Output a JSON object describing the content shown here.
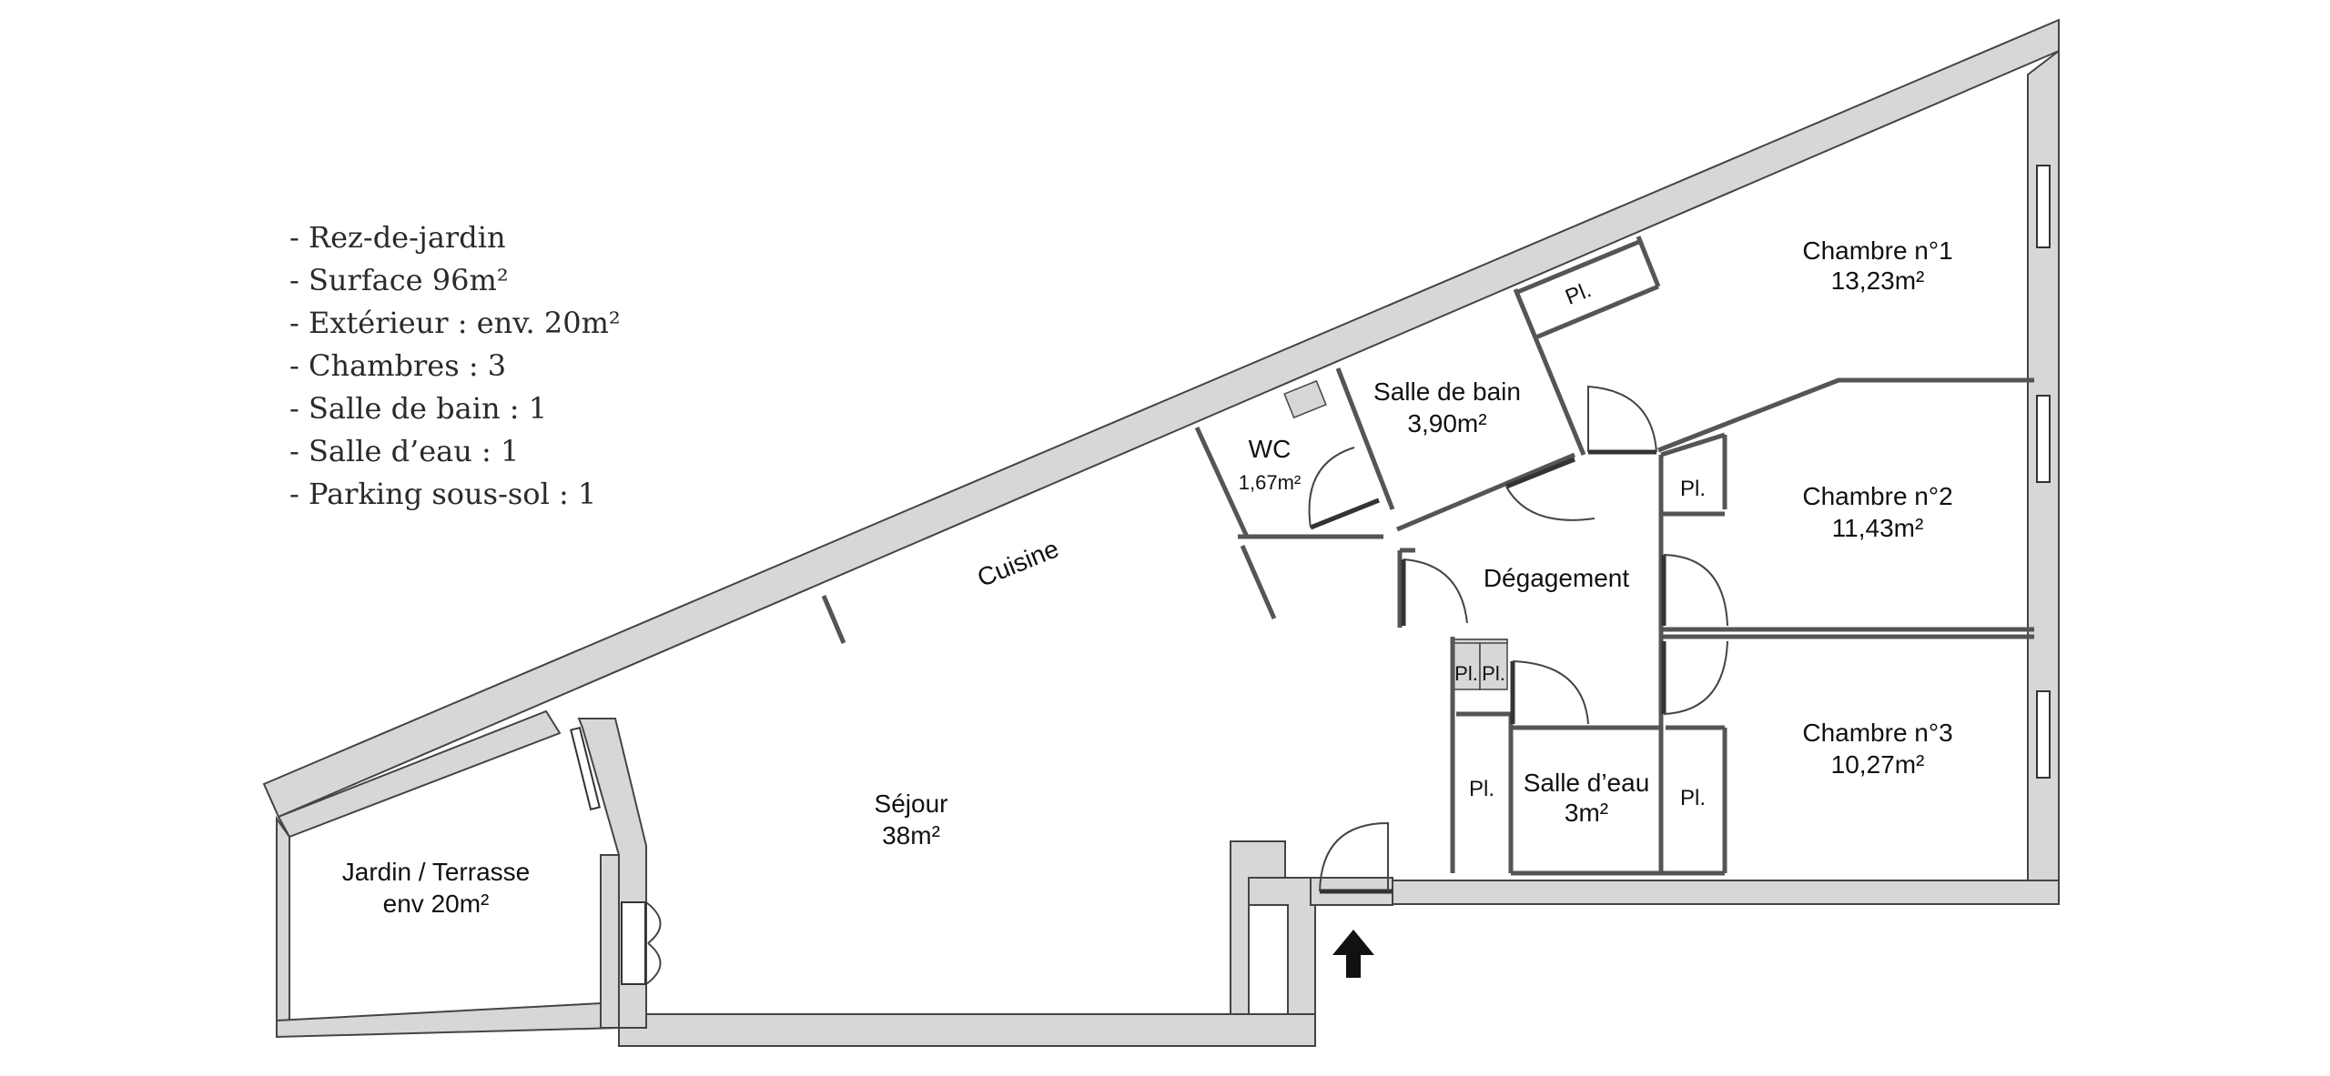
{
  "specs": [
    "- Rez-de-jardin",
    "- Surface 96m²",
    "- Extérieur : env. 20m²",
    "- Chambres : 3",
    "- Salle de bain : 1",
    "- Salle d’eau : 1",
    "- Parking sous-sol : 1"
  ],
  "rooms": {
    "chambre1": {
      "name": "Chambre n°1",
      "area": "13,23m²"
    },
    "chambre2": {
      "name": "Chambre n°2",
      "area": "11,43m²"
    },
    "chambre3": {
      "name": "Chambre n°3",
      "area": "10,27m²"
    },
    "salle_de_bain": {
      "name": "Salle de bain",
      "area": "3,90m²"
    },
    "wc": {
      "name": "WC",
      "area": "1,67m²"
    },
    "degagement": {
      "name": "Dégagement"
    },
    "salle_eau": {
      "name": "Salle d’eau",
      "area": "3m²"
    },
    "sejour": {
      "name": "Séjour",
      "area": "38m²"
    },
    "cuisine": {
      "name": "Cuisine"
    },
    "jardin": {
      "name": "Jardin / Terrasse",
      "area": "env 20m²"
    }
  },
  "placard_label": "Pl.",
  "colors": {
    "wall": "#d7d7d7",
    "wall_outline": "#444444",
    "text": "#111111"
  },
  "icons": [
    "entrance-arrow-icon"
  ]
}
